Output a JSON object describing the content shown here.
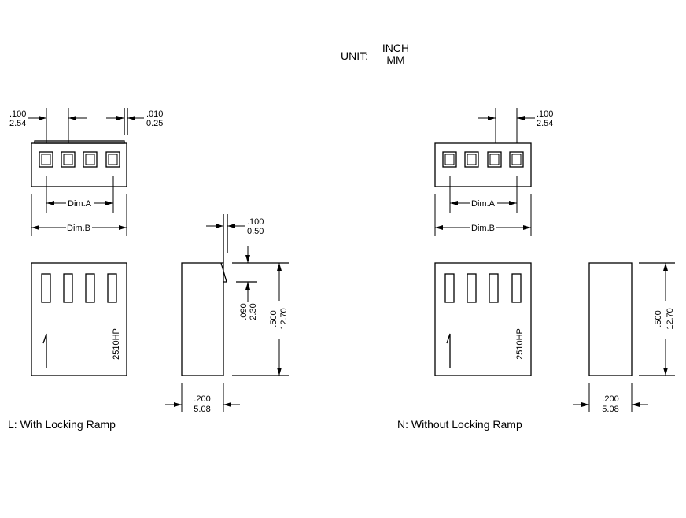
{
  "unit": {
    "label": "UNIT:",
    "primary": "INCH",
    "secondary": "MM"
  },
  "left": {
    "caption": "L: With Locking Ramp",
    "pitch": {
      "inch": ".100",
      "mm": "2.54"
    },
    "lip": {
      "inch": ".010",
      "mm": "0.25"
    },
    "dim_a": "Dim.A",
    "dim_b": "Dim.B",
    "marking": "2510HP",
    "ramp_width": {
      "inch": ".100",
      "mm": "0.50"
    },
    "ramp_height": {
      "inch": ".090",
      "mm": "2.30"
    },
    "height": {
      "inch": ".500",
      "mm": "12.70"
    },
    "depth": {
      "inch": ".200",
      "mm": "5.08"
    }
  },
  "right": {
    "caption": "N: Without Locking Ramp",
    "pitch": {
      "inch": ".100",
      "mm": "2.54"
    },
    "dim_a": "Dim.A",
    "dim_b": "Dim.B",
    "marking": "2510HP",
    "height": {
      "inch": ".500",
      "mm": "12.70"
    },
    "depth": {
      "inch": ".200",
      "mm": "5.08"
    }
  }
}
